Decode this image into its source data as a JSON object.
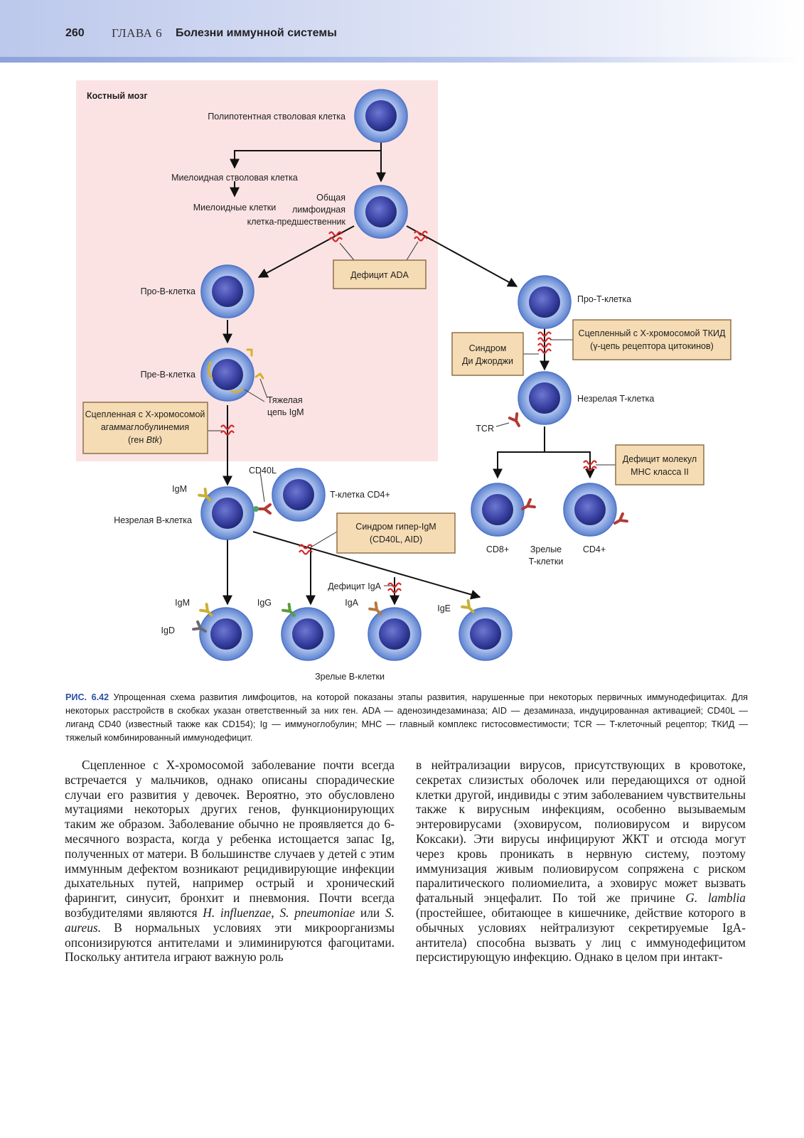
{
  "header": {
    "page_number": "260",
    "chapter": "ГЛАВА 6",
    "chapter_title": "Болезни иммунной системы"
  },
  "figure": {
    "region_label": "Костный мозг",
    "cells": {
      "pluripotent": "Полипотентная стволовая клетка",
      "myeloid_stem": "Миелоидная стволовая клетка",
      "myeloid_cells": "Миелоидные клетки",
      "lymphoid_1": "Общая",
      "lymphoid_2": "лимфоидная",
      "lymphoid_3": "клетка-предшественник",
      "pro_b": "Про-B-клетка",
      "pre_b": "Пре-B-клетка",
      "heavy_chain_1": "Тяжелая",
      "heavy_chain_2": "цепь IgM",
      "pro_t": "Про-T-клетка",
      "immature_t": "Незрелая T-клетка",
      "tcr": "TCR",
      "immature_b": "Незрелая B-клетка",
      "cd40l": "CD40L",
      "igm_label": "IgM",
      "t_cd4": "T-клетка CD4+",
      "cd8": "CD8+",
      "cd4": "CD4+",
      "mature_t_1": "Зрелые",
      "mature_t_2": "T-клетки",
      "mature_b": "Зрелые B-клетки",
      "igm2": "IgM",
      "igd": "IgD",
      "igg": "IgG",
      "iga": "IgA",
      "ige": "IgE",
      "iga_deficiency": "Дефицит IgA"
    },
    "boxes": {
      "ada": "Дефицит ADA",
      "xla_1": "Сцепленная с X-хромосомой",
      "xla_2": "агаммаглобулинемия",
      "xla_3a": "(ген ",
      "xla_3b": "Btk",
      "xla_3c": ")",
      "digeorge_1": "Синдром",
      "digeorge_2": "Ди Джорджи",
      "xscid_1": "Сцепленный с X-хромосомой ТКИД",
      "xscid_2": "(γ-цепь рецептора цитокинов)",
      "mhc_1": "Дефицит молекул",
      "mhc_2": "MHC класса II",
      "higm_1": "Синдром гипер-IgM",
      "higm_2": "(CD40L, AID)"
    },
    "colors": {
      "marrow_bg": "#fbe3e3",
      "box_fill": "#f6dcb4",
      "box_stroke": "#8f7048",
      "cell_outer": "#6d8fd6",
      "cell_nucleus": "#2f3f9e",
      "block_mark": "#d42a2a"
    }
  },
  "caption": {
    "label": "РИС. 6.42",
    "text": "Упрощенная схема развития лимфоцитов, на которой показаны этапы развития, нарушенные при некоторых первичных иммунодефицитах. Для некоторых расстройств в скобках указан ответственный за них ген. ADA — аденозиндезаминаза; AID — дезаминаза, индуцированная активацией; CD40L — лиганд CD40 (известный также как CD154); Ig — иммуноглобулин; MHC — главный комплекс гистосовместимости; TCR — T-клеточный рецептор; ТКИД — тяжелый комбинированный иммунодефицит."
  },
  "body": {
    "left_a": "Сцепленное с X-хромосомой заболевание почти всегда встречается у мальчиков, однако описаны спорадические случаи его развития у девочек. Вероятно, это обусловлено мутациями некоторых других генов, функционирующих таким же образом. Заболевание обычно не проявляется до 6-месячного возраста, когда у ребенка истощается запас Ig, полученных от матери. В большинстве случаев у детей с этим иммунным дефектом возникают рецидивирующие инфекции дыхательных путей, например острый и хронический фарингит, синусит, бронхит и пневмония. Почти всегда возбудителями являются ",
    "left_i1": "H. influenzae",
    "left_b": ", ",
    "left_i2": "S. pneumoniae",
    "left_c": " или ",
    "left_i3": "S. aureus.",
    "left_d": " В нормальных условиях эти микроорганизмы опсонизируются антителами и элиминируются фагоцитами. Поскольку антитела играют важную роль",
    "right_a": "в нейтрализации вирусов, присутствующих в кровотоке, секретах слизистых оболочек или передающихся от одной клетки другой, индивиды с этим заболеванием чувствительны также к вирусным инфекциям, особенно вызываемым энтеровирусами (эховирусом, полиовирусом и вирусом Коксаки). Эти вирусы инфицируют ЖКТ и отсюда могут через кровь проникать в нервную систему, поэтому иммунизация живым полиовирусом сопряжена с риском паралитического полиомиелита, а эховирус может вызвать фатальный энцефалит. По той же причине ",
    "right_i1": "G. lamblia",
    "right_b": " (простейшее, обитающее в кишечнике, действие которого в обычных условиях нейтрализуют секретируемые IgA-антитела) способна вызвать у лиц с иммунодефицитом персистирующую инфекцию. Однако в целом при интакт-"
  }
}
